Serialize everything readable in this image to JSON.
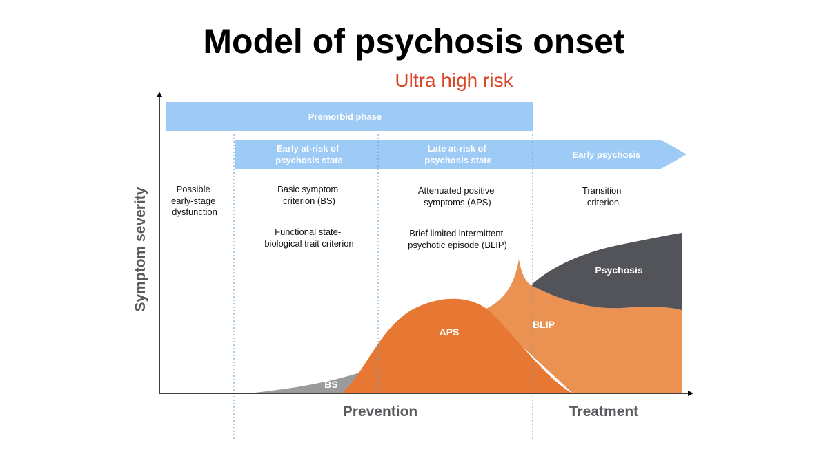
{
  "title": "Model of psychosis onset",
  "subtitle": "Ultra high risk",
  "y_axis_label": "Symptom severity",
  "bands": {
    "premorbid": "Premorbid phase",
    "early_at_risk": [
      "Early at-risk of",
      "psychosis state"
    ],
    "late_at_risk": [
      "Late at-risk of",
      "psychosis state"
    ],
    "early_psychosis": "Early psychosis"
  },
  "descriptions": {
    "col1": [
      "Possible",
      "early-stage",
      "dysfunction"
    ],
    "col2_a": [
      "Basic symptom",
      "criterion (BS)"
    ],
    "col2_b": [
      "Functional state-",
      "biological trait criterion"
    ],
    "col3_a": [
      "Attenuated positive",
      "symptoms (APS)"
    ],
    "col3_b": [
      "Brief limited intermittent",
      "psychotic episode (BLIP)"
    ],
    "col4": [
      "Transition",
      "criterion"
    ]
  },
  "areas": {
    "bs": "BS",
    "aps": "APS",
    "blip": "BLIP",
    "psychosis": "Psychosis"
  },
  "bottom_labels": {
    "prevention": "Prevention",
    "treatment": "Treatment"
  },
  "colors": {
    "band_blue": "#9dcbf6",
    "divider_blue": "#5b9bd5",
    "aps_orange": "#e67833",
    "blip_orange": "#eb9152",
    "psychosis_gray": "#52545a",
    "bs_gray": "#9b9b9b",
    "subtitle_red": "#dc4428"
  }
}
